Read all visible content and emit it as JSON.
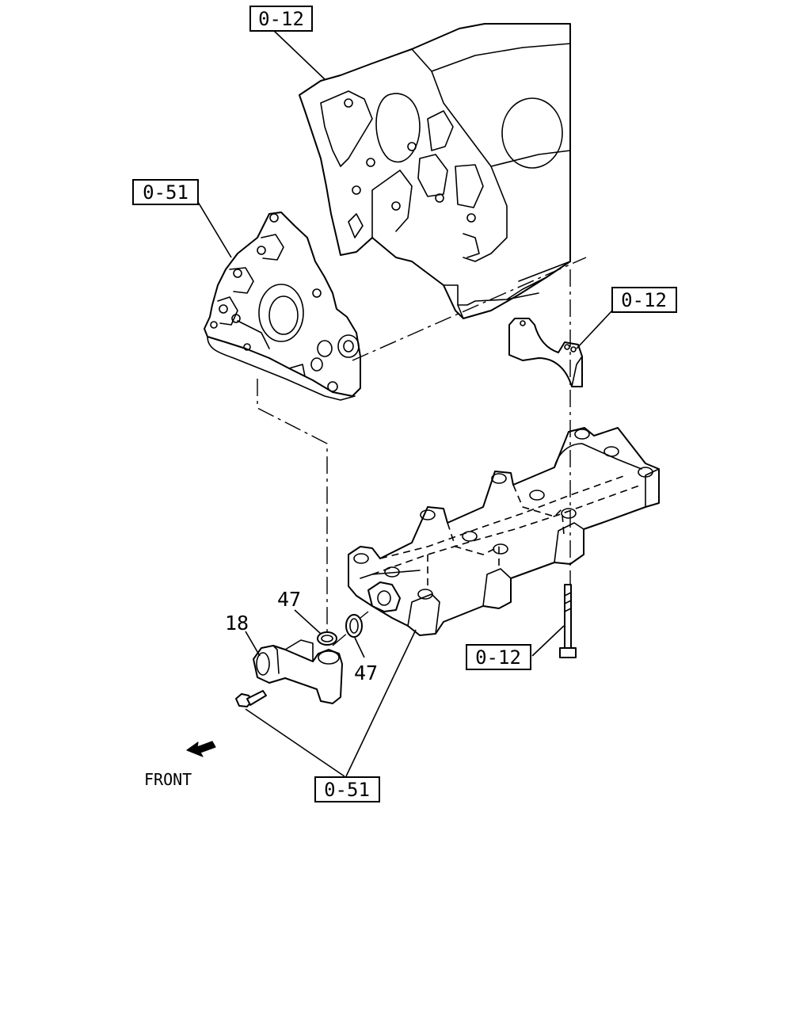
{
  "references": {
    "block_top": "0-12",
    "pump": "0-51",
    "bearing_cap": "0-12",
    "bolt": "0-12",
    "pipe": "0-51"
  },
  "part_numbers": {
    "pipe": "18",
    "oring_left": "47",
    "oring_right": "47"
  },
  "direction": {
    "label": "FRONT",
    "icon": "front-arrow-icon"
  },
  "colors": {
    "line": "#000000",
    "background": "#ffffff"
  }
}
